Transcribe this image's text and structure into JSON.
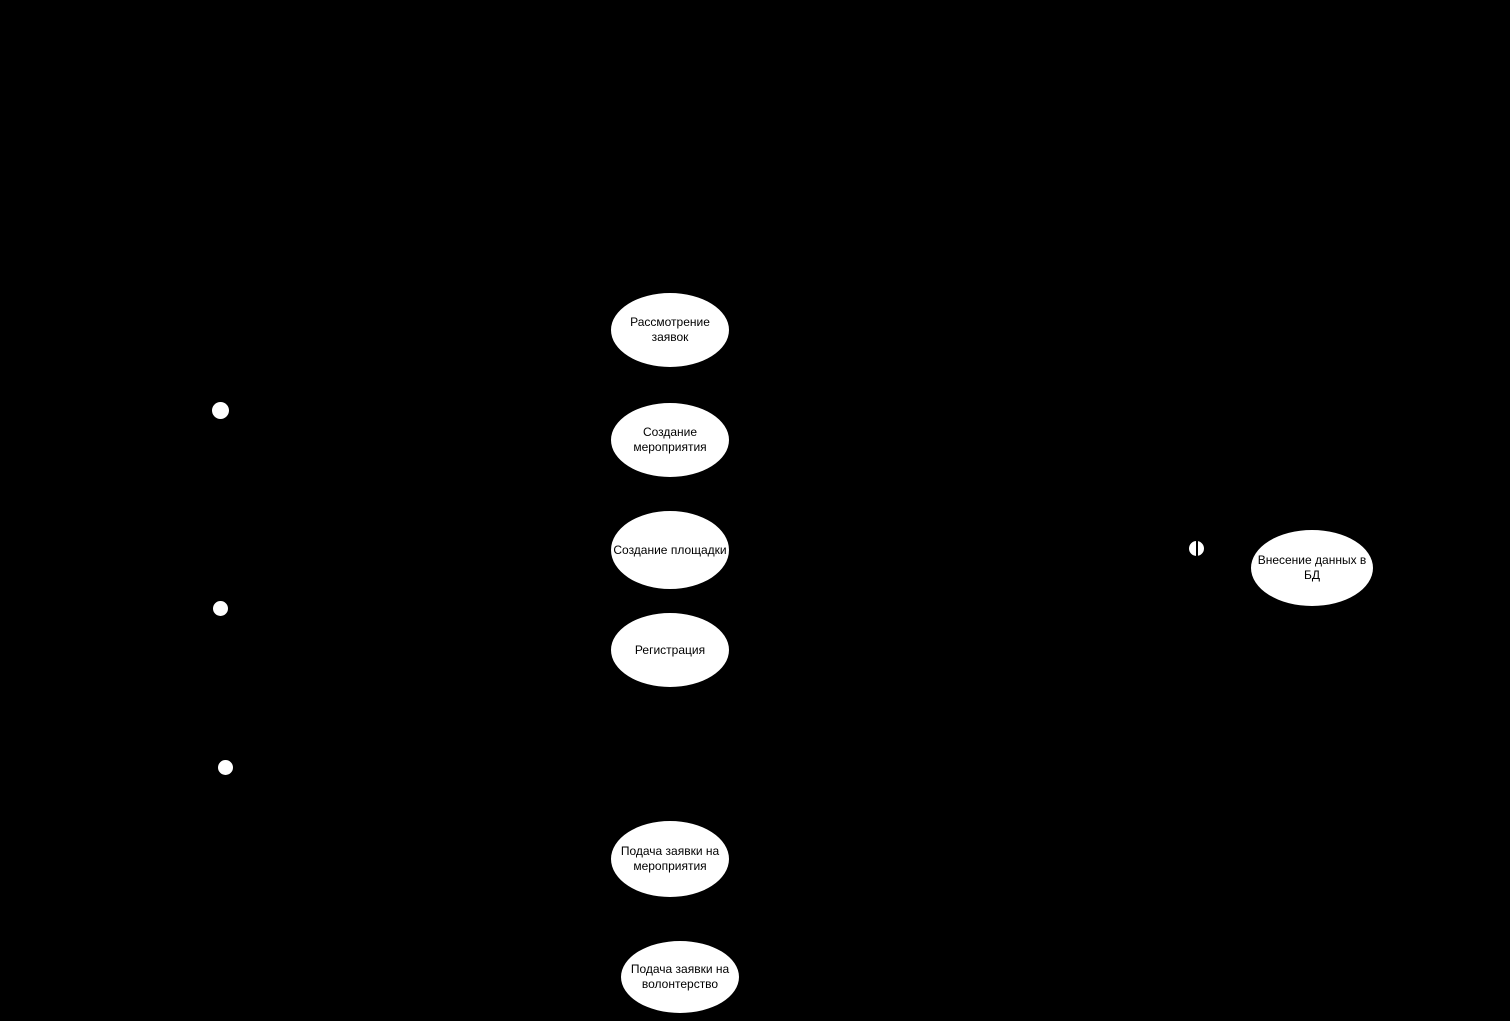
{
  "diagram": {
    "kind": "UML use case diagram",
    "background_color": "#000000",
    "node_fill_color": "#ffffff",
    "node_text_color": "#000000",
    "usecases": [
      {
        "label": "Рассмотрение заявок"
      },
      {
        "label": "Создание мероприятия"
      },
      {
        "label": "Создание площадки"
      },
      {
        "label": "Регистрация"
      },
      {
        "label": "Подача заявки на мероприятия"
      },
      {
        "label": "Подача заявки на волонтерство"
      },
      {
        "label": "Внесение данных в БД"
      }
    ],
    "actors": [
      {
        "icon": "actor-head"
      },
      {
        "icon": "actor-head"
      },
      {
        "icon": "actor-head"
      }
    ],
    "interface_marker": {
      "icon": "lollipop-interface"
    }
  }
}
